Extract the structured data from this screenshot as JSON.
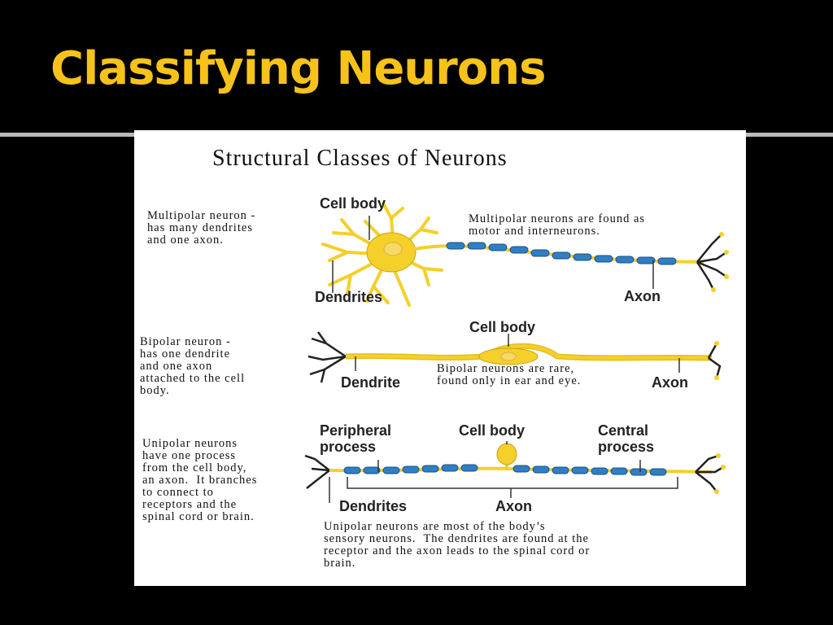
{
  "slide": {
    "title": "Classifying Neurons"
  },
  "diagram": {
    "heading": "Structural Classes of Neurons",
    "multipolar": {
      "description": "Multipolar neuron -\nhas many dendrites\nand one axon.",
      "note": "Multipolar neurons are found as\nmotor and interneurons.",
      "labels": {
        "cell_body": "Cell body",
        "dendrites": "Dendrites",
        "axon": "Axon"
      }
    },
    "bipolar": {
      "description": "Bipolar neuron -\nhas one dendrite\nand one axon\nattached to the cell\nbody.",
      "note": "Bipolar neurons are rare,\nfound only in ear and eye.",
      "labels": {
        "cell_body": "Cell body",
        "dendrite": "Dendrite",
        "axon": "Axon"
      }
    },
    "unipolar": {
      "description": "Unipolar neurons\nhave one process\nfrom the cell body,\nan axon.  It branches\nto connect to\nreceptors and the\nspinal cord or brain.",
      "note": "Unipolar neurons are most of the body’s\nsensory neurons.  The dendrites are found at the\nreceptor and the axon leads to the spinal cord or\nbrain.",
      "labels": {
        "peripheral": "Peripheral\nprocess",
        "cell_body": "Cell body",
        "central": "Central\nprocess",
        "dendrites": "Dendrites",
        "axon": "Axon"
      }
    },
    "colors": {
      "neuron_yellow": "#f5cf2a",
      "myelin_blue": "#2f7fc4",
      "outline": "#222222"
    }
  }
}
